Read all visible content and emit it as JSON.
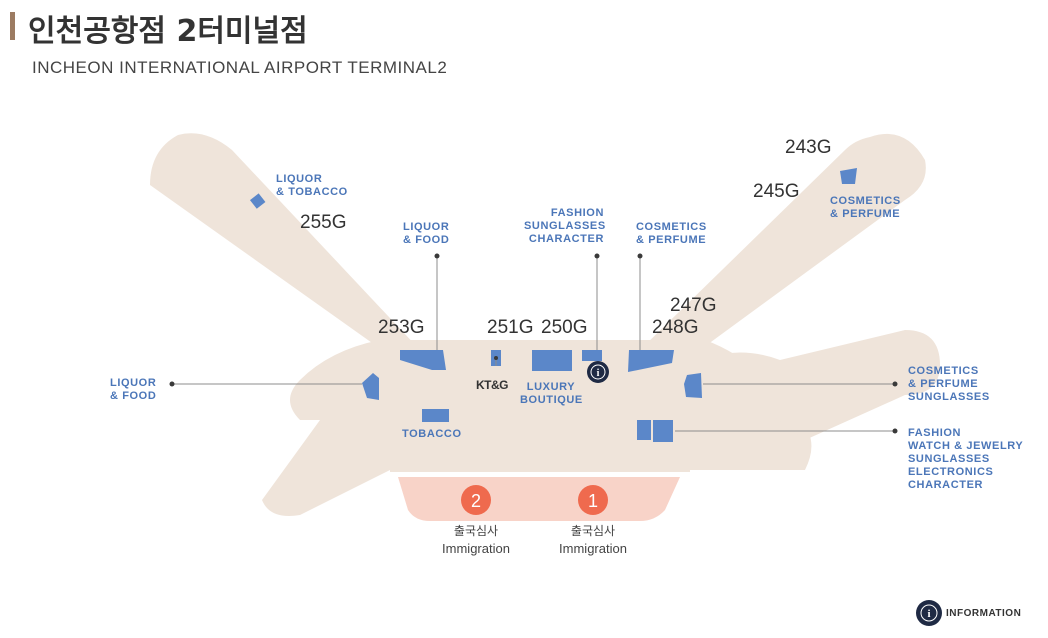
{
  "header": {
    "title": "인천공항점 2터미널점",
    "subtitle": "INCHEON INTERNATIONAL AIRPORT TERMINAL2"
  },
  "store_labels": {
    "liquor_tobacco_nw": [
      "LIQUOR",
      "& TOBACCO"
    ],
    "liquor_food_top": [
      "LIQUOR",
      "& FOOD"
    ],
    "fashion_top": [
      "FASHION",
      "SUNGLASSES",
      "CHARACTER"
    ],
    "cosmetics_top": [
      "COSMETICS",
      "& PERFUME"
    ],
    "cosmetics_ne": [
      "COSMETICS",
      "& PERFUME"
    ],
    "liquor_food_left": [
      "LIQUOR",
      "& FOOD"
    ],
    "tobacco": [
      "TOBACCO"
    ],
    "luxury": [
      "LUXURY",
      "BOUTIQUE"
    ],
    "cosmetics_right": [
      "COSMETICS",
      "& PERFUME",
      "SUNGLASSES"
    ],
    "fashion_right": [
      "FASHION",
      "WATCH & JEWELRY",
      "SUNGLASSES",
      "ELECTRONICS",
      "CHARACTER"
    ]
  },
  "brand": "KT&G",
  "gates": {
    "g243": "243G",
    "g245": "245G",
    "g255": "255G",
    "g253": "253G",
    "g251": "251G",
    "g250": "250G",
    "g247": "247G",
    "g248": "248G"
  },
  "immigration": [
    {
      "number": "2",
      "label_ko": "출국심사",
      "label_en": "Immigration"
    },
    {
      "number": "1",
      "label_ko": "출국심사",
      "label_en": "Immigration"
    }
  ],
  "legend": {
    "info_glyph": "i",
    "label": "INFORMATION"
  },
  "colors": {
    "floor": "#efe4da",
    "store": "#5b87c9",
    "label": "#4b76b8",
    "immigration_zone": "#f8d3c8",
    "immigration_badge": "#ef6a4e",
    "info_badge": "#1f2a44"
  }
}
